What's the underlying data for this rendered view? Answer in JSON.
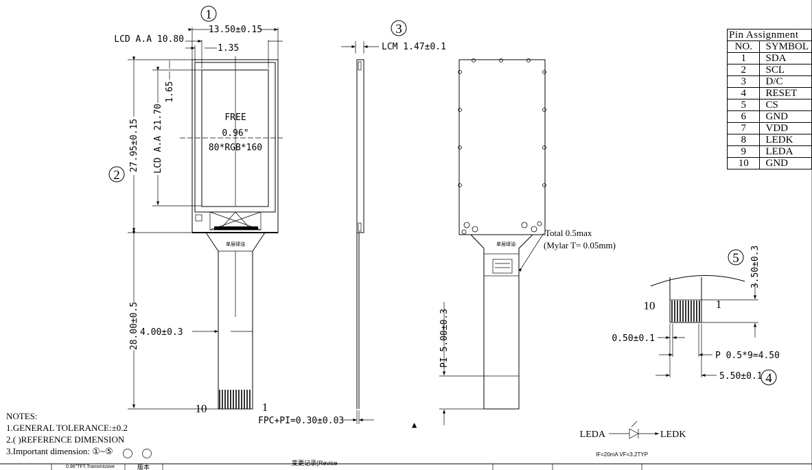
{
  "callouts": {
    "c1": "1",
    "c2": "2",
    "c3": "3",
    "c4": "4",
    "c5": "5"
  },
  "dims": {
    "width": "13.50±0.15",
    "aa_width": "LCD A.A 10.80",
    "offset_x": "1.35",
    "lcm_thickness": "LCM 1.47±0.1",
    "height": "27.95±0.15",
    "aa_height": "LCD A.A 21.70",
    "offset_y": "1.65",
    "fpc_length": "28.00±0.5",
    "fpc_width": "4.00±0.3",
    "fpc_pi": "FPC+PI=0.30±0.03",
    "pi_length": "PI 5.00±0.3",
    "stiffener_note": "Total 0.5max",
    "mylar_note": "(Mylar T= 0.05mm)",
    "finger_height": "3.50±0.3",
    "finger_width": "0.50±0.1",
    "pitch": "P 0.5*9=4.50",
    "overall_pad": "5.50±0.1"
  },
  "panel_text": {
    "line1": "FREE",
    "line2": "0.96\"",
    "line3": "80*RGB*160"
  },
  "fpc_labels": {
    "pin_start": "10",
    "pin_end": "1",
    "mark": "单层绿油"
  },
  "pin_table": {
    "title": "Pin Assignment",
    "headers": [
      "NO.",
      "SYMBOL"
    ],
    "rows": [
      {
        "no": "1",
        "symbol": "SDA"
      },
      {
        "no": "2",
        "symbol": "SCL"
      },
      {
        "no": "3",
        "symbol": "D/C"
      },
      {
        "no": "4",
        "symbol": "RESET"
      },
      {
        "no": "5",
        "symbol": "CS"
      },
      {
        "no": "6",
        "symbol": "GND"
      },
      {
        "no": "7",
        "symbol": "VDD"
      },
      {
        "no": "8",
        "symbol": "LEDK"
      },
      {
        "no": "9",
        "symbol": "LEDA"
      },
      {
        "no": "10",
        "symbol": "GND"
      }
    ]
  },
  "backlight": {
    "leda": "LEDA",
    "ledk": "LEDK",
    "spec": "IF=20mA  VF=3.2TYP"
  },
  "notes": {
    "title": "NOTES:",
    "n1": "1.GENERAL TOLERANCE:±0.2",
    "n2": "2.( )REFERENCE DIMENSION",
    "n3": "3.Important dimension: ①~⑤"
  },
  "titleblock": {
    "product": "0.96\"TFT,Transmissive",
    "revision": "变更记录(Revise",
    "version": "版本"
  }
}
